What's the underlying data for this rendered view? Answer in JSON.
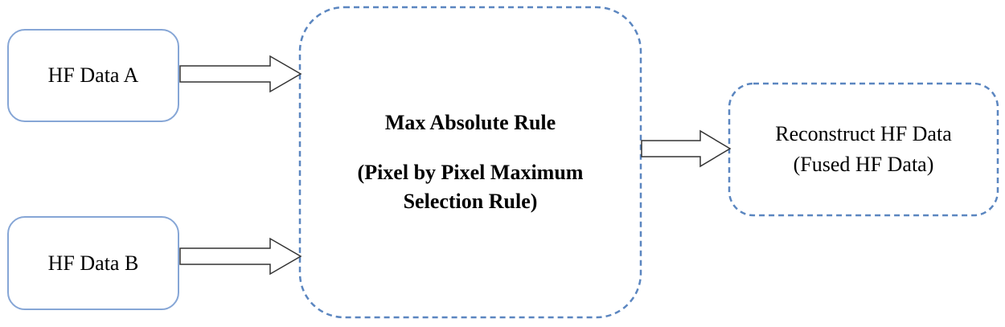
{
  "nodes": {
    "hf_data_a": "HF Data A",
    "hf_data_b": "HF Data B",
    "max_rule": {
      "title": "Max Absolute Rule",
      "detail": "(Pixel by Pixel Maximum Selection Rule)"
    },
    "reconstruct": {
      "line1": "Reconstruct HF Data",
      "line2": "(Fused HF Data)"
    }
  },
  "colors": {
    "box_border": "#86a6d6",
    "dashed_border": "#5b86c0",
    "arrow_stroke": "#333333"
  }
}
